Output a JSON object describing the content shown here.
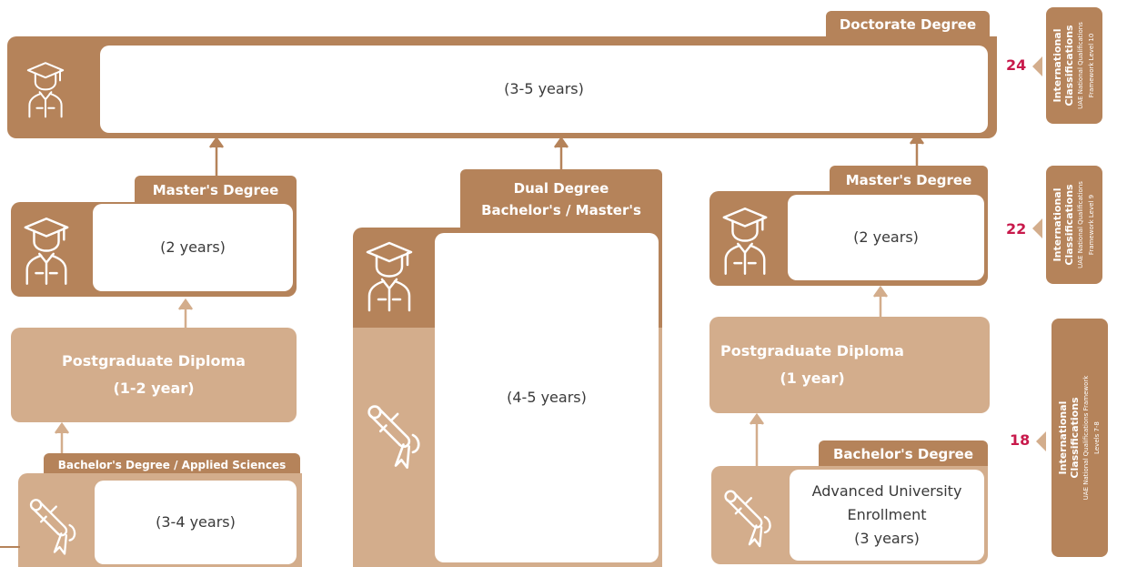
{
  "doctorate": {
    "title": "Doctorate Degree",
    "duration": "(3-5 years)"
  },
  "masters_left": {
    "title": "Master's Degree",
    "duration": "(2 years)"
  },
  "pgd_left": {
    "title": "Postgraduate Diploma",
    "duration": "(1-2 year)"
  },
  "bachelor_left": {
    "title": "Bachelor's Degree / Applied Sciences",
    "duration": "(3-4 years)"
  },
  "dual": {
    "title_line1": "Dual Degree",
    "title_line2": "Bachelor's / Master's",
    "duration": "(4-5 years)"
  },
  "masters_right": {
    "title": "Master's Degree",
    "duration": "(2 years)"
  },
  "pgd_right": {
    "title": "Postgraduate Diploma",
    "duration": "(1 year)"
  },
  "bachelor_right": {
    "title": "Bachelor's Degree",
    "line1": "Advanced University",
    "line2": "Enrollment",
    "line3": "(3 years)"
  },
  "classifications": [
    {
      "number": "24",
      "line1": "International",
      "line2": "Classifications",
      "line3": "UAE National Qualifications",
      "line4": "Framework Level 10"
    },
    {
      "number": "22",
      "line1": "International",
      "line2": "Classifications",
      "line3": "UAE National Qualifications",
      "line4": "Framework Level 9"
    },
    {
      "number": "18",
      "line1": "International",
      "line2": "Classifications",
      "line3": "UAE National Qualifications Framework",
      "line4": "Levels 7-8"
    }
  ],
  "colors": {
    "brown": "#b5835a",
    "light_brown": "#d3ad8c",
    "number_red": "#c8194b"
  }
}
